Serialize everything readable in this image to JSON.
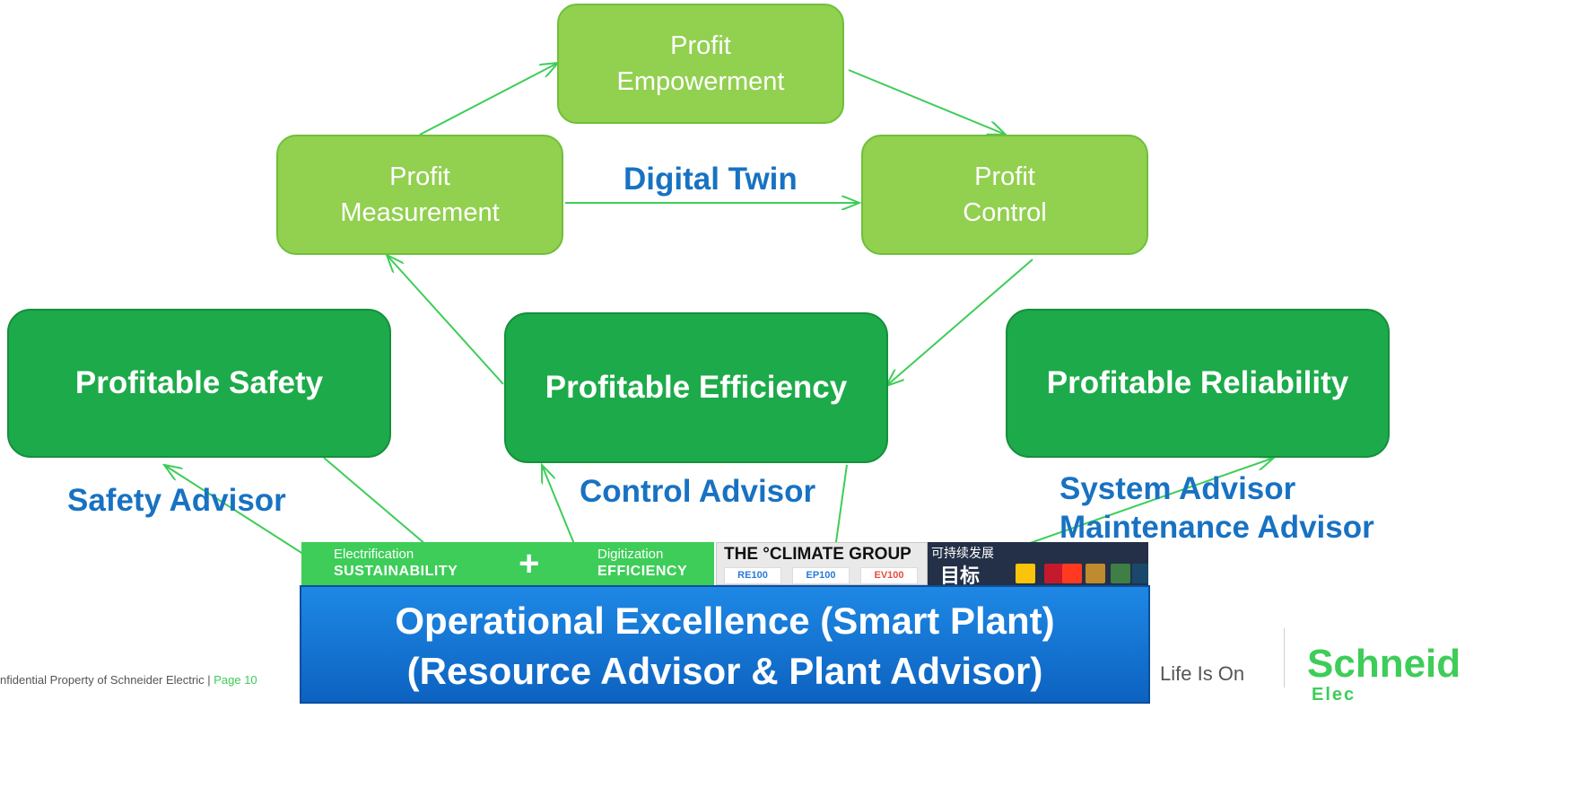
{
  "nodes": {
    "empowerment": "Profit\nEmpowerment",
    "measurement": "Profit\nMeasurement",
    "control": "Profit\nControl",
    "safety": "Profitable Safety",
    "efficiency": "Profitable Efficiency",
    "reliability": "Profitable Reliability"
  },
  "labels": {
    "digital_twin": "Digital Twin",
    "safety_advisor": "Safety Advisor",
    "control_advisor": "Control Advisor",
    "system_advisor": "System Advisor",
    "maintenance_advisor": "Maintenance Advisor"
  },
  "green_banner": {
    "left_small": "Electrification",
    "left_big": "SUSTAINABILITY",
    "plus": "+",
    "right_small": "Digitization",
    "right_big": "EFFICIENCY"
  },
  "climate_banner": {
    "title": "THE °CLIMATE GROUP",
    "tags": [
      "RE100",
      "EP100",
      "EV100"
    ]
  },
  "sdg_banner": {
    "top_text": "可持续发展",
    "big_text": "目标"
  },
  "main_banner": {
    "line1": "Operational Excellence (Smart Plant)",
    "line2": "(Resource Advisor & Plant Advisor)"
  },
  "footer": {
    "text": "nfidential Property of Schneider Electric | ",
    "page": "Page 10"
  },
  "brand": {
    "tagline": "Life Is On",
    "logo": "Schneid",
    "logo_sub": "Elec"
  },
  "colors": {
    "light_node": "#92d050",
    "dark_node": "#1daa4a",
    "arrow": "#3dcd58",
    "label_blue": "#1872c2",
    "main_banner": "#1b7fd8"
  }
}
